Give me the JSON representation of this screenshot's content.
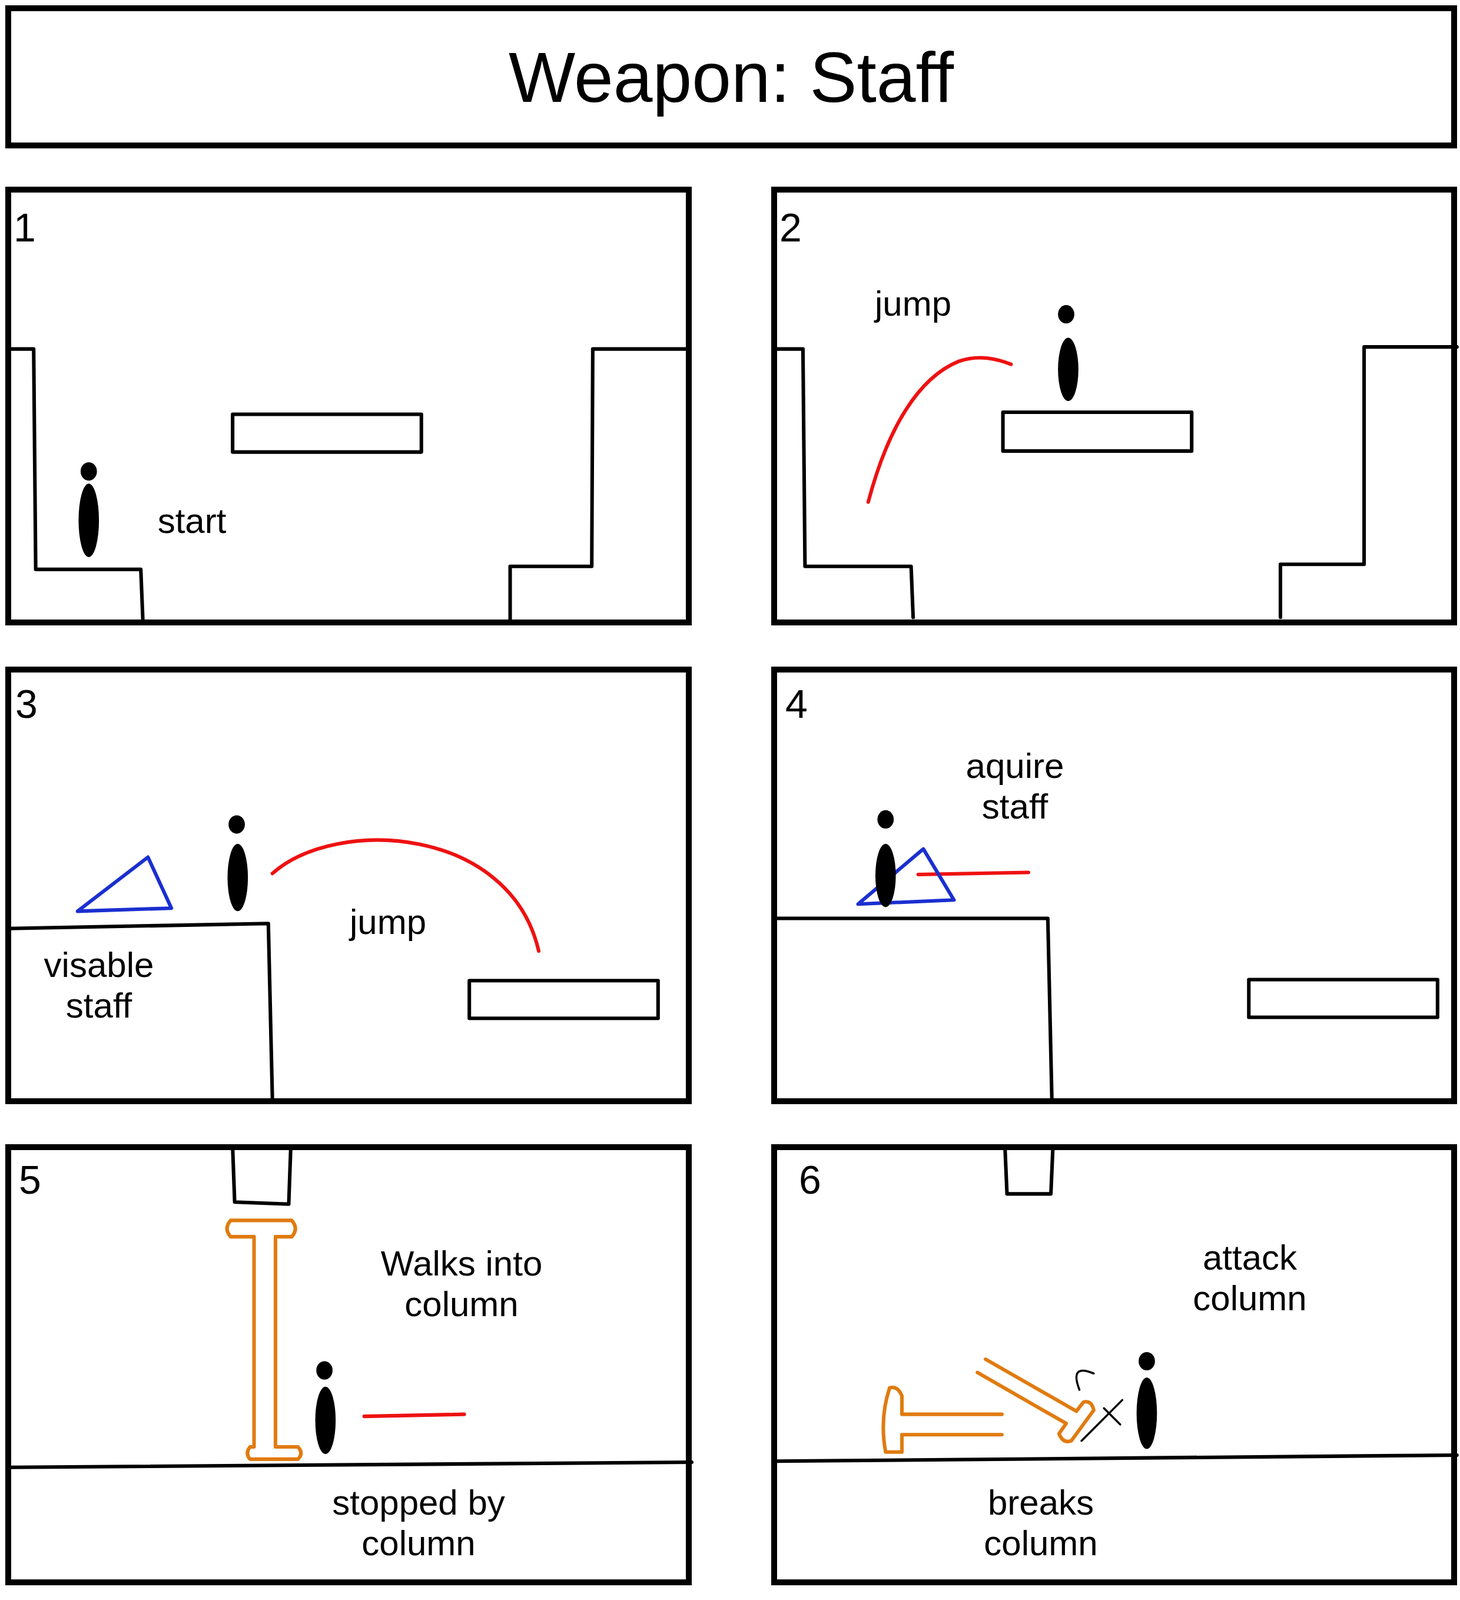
{
  "diagram": {
    "title": "Weapon: Staff",
    "nodes": [
      {
        "text": [
          "1",
          "start"
        ]
      },
      {
        "text": [
          "2",
          "jump"
        ]
      },
      {
        "text": [
          "3",
          "visable staff",
          "jump"
        ]
      },
      {
        "text": [
          "4",
          "aquire staff"
        ]
      },
      {
        "text": [
          "5",
          "Walks into column",
          "stopped by column"
        ]
      },
      {
        "text": [
          "6",
          "attack column",
          "breaks column"
        ]
      }
    ]
  }
}
